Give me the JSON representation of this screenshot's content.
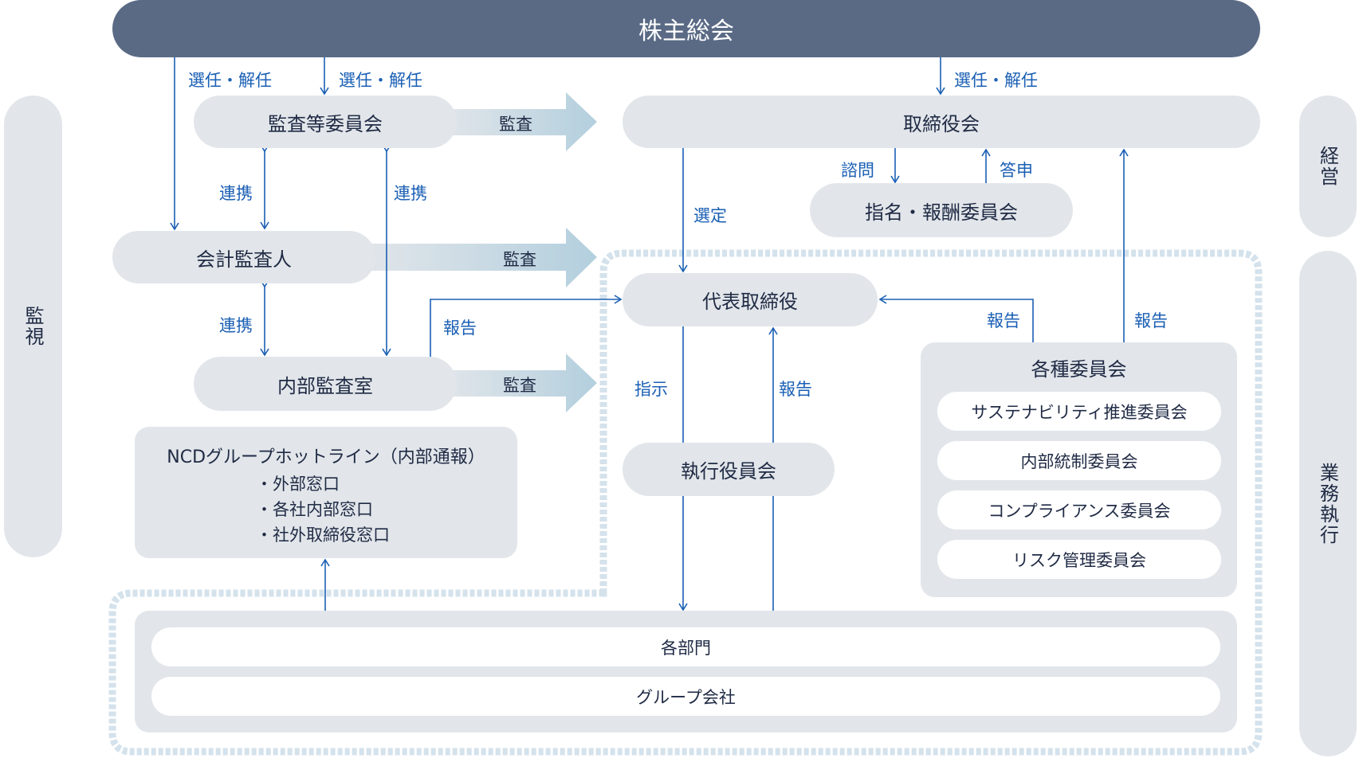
{
  "diagram": {
    "shareholders_meeting": "株主総会",
    "side_labels": {
      "monitoring": "監視",
      "management": "経営",
      "execution": "業務執行"
    },
    "nodes": {
      "audit_committee": "監査等委員会",
      "board": "取締役会",
      "accounting_auditor": "会計監査人",
      "internal_audit": "内部監査室",
      "nomination_committee": "指名・報酬委員会",
      "representative_director": "代表取締役",
      "executive_officers": "執行役員会",
      "committees_title": "各種委員会",
      "committees": [
        "サステナビリティ推進委員会",
        "内部統制委員会",
        "コンプライアンス委員会",
        "リスク管理委員会"
      ],
      "departments": "各部門",
      "group_companies": "グループ会社"
    },
    "hotline": {
      "title": "NCDグループホットライン（内部通報）",
      "items": [
        "・外部窓口",
        "・各社内部窓口",
        "・社外取締役窓口"
      ]
    },
    "edge_labels": {
      "appoint_dismiss": "選任・解任",
      "audit": "監査",
      "cooperation": "連携",
      "report": "報告",
      "consult": "諮問",
      "respond": "答申",
      "select": "選定",
      "instruct": "指示"
    },
    "colors": {
      "header_bar": "#5a6a85",
      "node_fill": "#e2e6ea",
      "connector": "#1a5fb4",
      "audit_arrow": "#b8d2e0",
      "boundary_dots": "#d4e2ec"
    }
  }
}
